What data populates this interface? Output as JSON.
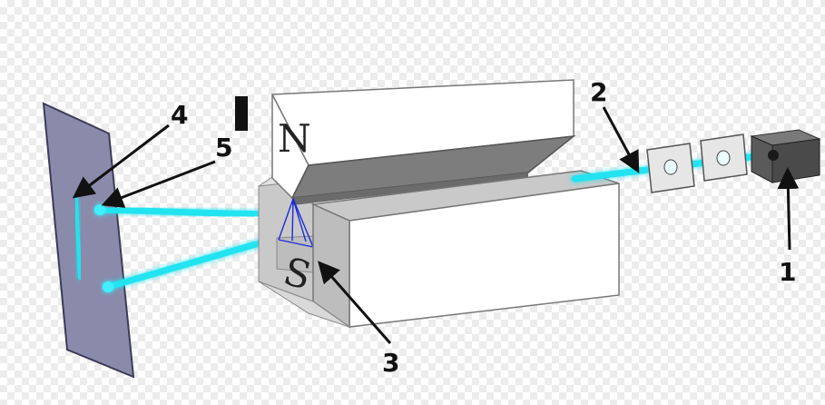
{
  "diagram": {
    "labels": {
      "one": "1",
      "two": "2",
      "three": "3",
      "four": "4",
      "five": "5"
    },
    "magnet": {
      "north_pole": "N",
      "south_pole": "S"
    },
    "colors": {
      "beam": "#22e3f0",
      "screen": "#8a8aab",
      "magnet_light": "#ffffff",
      "magnet_mid": "#c9c9c9",
      "magnet_dark": "#7d7d7d",
      "oven": "#4a4a4a",
      "field_lines": "#1c2bd8"
    }
  }
}
